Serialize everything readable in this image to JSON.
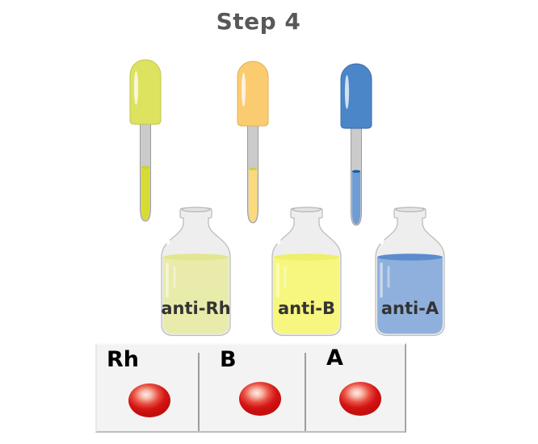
{
  "title": "Step 4",
  "droppers": [
    {
      "name": "anti-Rh dropper",
      "bulb_color": "#dde25f",
      "liquid_color": "#d6dc33",
      "meniscus_color": "#cbd12c"
    },
    {
      "name": "anti-B dropper",
      "bulb_color": "#fbcb70",
      "liquid_color": "#fbda7d",
      "meniscus_color": "#c9cf4e"
    },
    {
      "name": "anti-A dropper",
      "bulb_color": "#4a86c8",
      "liquid_color": "#6f9cd2",
      "meniscus_color": "#1b5aa6"
    }
  ],
  "bottles": [
    {
      "label": "anti-Rh",
      "liquid_color": "#e9ebaa",
      "surface_color": "#e3e691"
    },
    {
      "label": "anti-B",
      "liquid_color": "#f7f67f",
      "surface_color": "#efef6a"
    },
    {
      "label": "anti-A",
      "liquid_color": "#8fb0dc",
      "surface_color": "#5b8cce"
    }
  ],
  "tray": {
    "background": "#f3f3f3",
    "divider_color": "#9d9d9d",
    "drop_color": "#d41414",
    "cells": [
      {
        "label": "Rh"
      },
      {
        "label": "B"
      },
      {
        "label": "A"
      }
    ]
  }
}
